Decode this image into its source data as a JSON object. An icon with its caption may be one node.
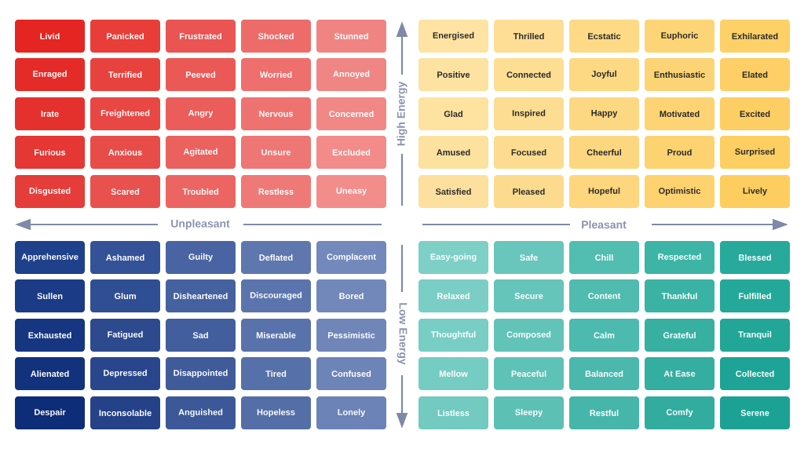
{
  "diagram": {
    "nodes": [
      {
        "text": [
          "Livid"
        ]
      },
      {
        "text": [
          "Panicked"
        ]
      },
      {
        "text": [
          "Frustrated"
        ]
      },
      {
        "text": [
          "Shocked"
        ]
      },
      {
        "text": [
          "Stunned"
        ]
      },
      {
        "text": [
          "Energised"
        ]
      },
      {
        "text": [
          "Thrilled"
        ]
      },
      {
        "text": [
          "Ecstatic"
        ]
      },
      {
        "text": [
          "Euphoric"
        ]
      },
      {
        "text": [
          "Exhilarated"
        ]
      },
      {
        "text": [
          "Enraged"
        ]
      },
      {
        "text": [
          "Terrified"
        ]
      },
      {
        "text": [
          "Peeved"
        ]
      },
      {
        "text": [
          "Worried"
        ]
      },
      {
        "text": [
          "Annoyed"
        ]
      },
      {
        "text": [
          "Positive"
        ]
      },
      {
        "text": [
          "Connected"
        ]
      },
      {
        "text": [
          "Joyful"
        ]
      },
      {
        "text": [
          "Enthusiastic"
        ]
      },
      {
        "text": [
          "Elated"
        ]
      },
      {
        "text": [
          "Irate"
        ]
      },
      {
        "text": [
          "Freightened"
        ]
      },
      {
        "text": [
          "Angry"
        ]
      },
      {
        "text": [
          "Nervous"
        ]
      },
      {
        "text": [
          "Concerned"
        ]
      },
      {
        "text": [
          "Glad"
        ]
      },
      {
        "text": [
          "Inspired"
        ]
      },
      {
        "text": [
          "Happy"
        ]
      },
      {
        "text": [
          "Motivated"
        ]
      },
      {
        "text": [
          "Excited"
        ]
      },
      {
        "text": [
          "Furious"
        ]
      },
      {
        "text": [
          "Anxious"
        ]
      },
      {
        "text": [
          "Agitated"
        ]
      },
      {
        "text": [
          "Unsure"
        ]
      },
      {
        "text": [
          "Excluded"
        ]
      },
      {
        "text": [
          "Amused"
        ]
      },
      {
        "text": [
          "Focused"
        ]
      },
      {
        "text": [
          "Cheerful"
        ]
      },
      {
        "text": [
          "Proud"
        ]
      },
      {
        "text": [
          "Surprised"
        ]
      },
      {
        "text": [
          "Disgusted"
        ]
      },
      {
        "text": [
          "Scared"
        ]
      },
      {
        "text": [
          "Troubled"
        ]
      },
      {
        "text": [
          "Restless"
        ]
      },
      {
        "text": [
          "Uneasy"
        ]
      },
      {
        "text": [
          "Satisfied"
        ]
      },
      {
        "text": [
          "Pleased"
        ]
      },
      {
        "text": [
          "Hopeful"
        ]
      },
      {
        "text": [
          "Optimistic"
        ]
      },
      {
        "text": [
          "Lively"
        ]
      },
      {
        "text": [
          "Apprehensive"
        ]
      },
      {
        "text": [
          "Ashamed"
        ]
      },
      {
        "text": [
          "Guilty"
        ]
      },
      {
        "text": [
          "Deflated"
        ]
      },
      {
        "text": [
          "Complacent"
        ]
      },
      {
        "text": [
          "Easy-going"
        ]
      },
      {
        "text": [
          "Safe"
        ]
      },
      {
        "text": [
          "Chill"
        ]
      },
      {
        "text": [
          "Respected"
        ]
      },
      {
        "text": [
          "Blessed"
        ]
      },
      {
        "text": [
          "Sullen"
        ]
      },
      {
        "text": [
          "Glum"
        ]
      },
      {
        "text": [
          "Disheartened"
        ]
      },
      {
        "text": [
          "Discouraged"
        ]
      },
      {
        "text": [
          "Bored"
        ]
      },
      {
        "text": [
          "Relaxed"
        ]
      },
      {
        "text": [
          "Secure"
        ]
      },
      {
        "text": [
          "Content"
        ]
      },
      {
        "text": [
          "Thankful"
        ]
      },
      {
        "text": [
          "Fulfilled"
        ]
      },
      {
        "text": [
          "Exhausted"
        ]
      },
      {
        "text": [
          "Fatigued"
        ]
      },
      {
        "text": [
          "Sad"
        ]
      },
      {
        "text": [
          "Miserable"
        ]
      },
      {
        "text": [
          "Pessimistic"
        ]
      },
      {
        "text": [
          "Thoughtful"
        ]
      },
      {
        "text": [
          "Composed"
        ]
      },
      {
        "text": [
          "Calm"
        ]
      },
      {
        "text": [
          "Grateful"
        ]
      },
      {
        "text": [
          "Tranquil"
        ]
      },
      {
        "text": [
          "Alienated"
        ]
      },
      {
        "text": [
          "Depressed"
        ]
      },
      {
        "text": [
          "Disappointed"
        ]
      },
      {
        "text": [
          "Tired"
        ]
      },
      {
        "text": [
          "Confused"
        ]
      },
      {
        "text": [
          "Mellow"
        ]
      },
      {
        "text": [
          "Peaceful"
        ]
      },
      {
        "text": [
          "Balanced"
        ]
      },
      {
        "text": [
          "At Ease"
        ]
      },
      {
        "text": [
          "Collected"
        ]
      },
      {
        "text": [
          "Despair"
        ]
      },
      {
        "text": [
          "Inconsolable"
        ]
      },
      {
        "text": [
          "Anguished"
        ]
      },
      {
        "text": [
          "Hopeless"
        ]
      },
      {
        "text": [
          "Lonely"
        ]
      },
      {
        "text": [
          "Listless"
        ]
      },
      {
        "text": [
          "Sleepy"
        ]
      },
      {
        "text": [
          "Restful"
        ]
      },
      {
        "text": [
          "Comfy"
        ]
      },
      {
        "text": [
          "Serene"
        ]
      }
    ],
    "labels": [
      "High Energy",
      "Unpleasant",
      "Pleasant",
      "Low Energy"
    ]
  }
}
